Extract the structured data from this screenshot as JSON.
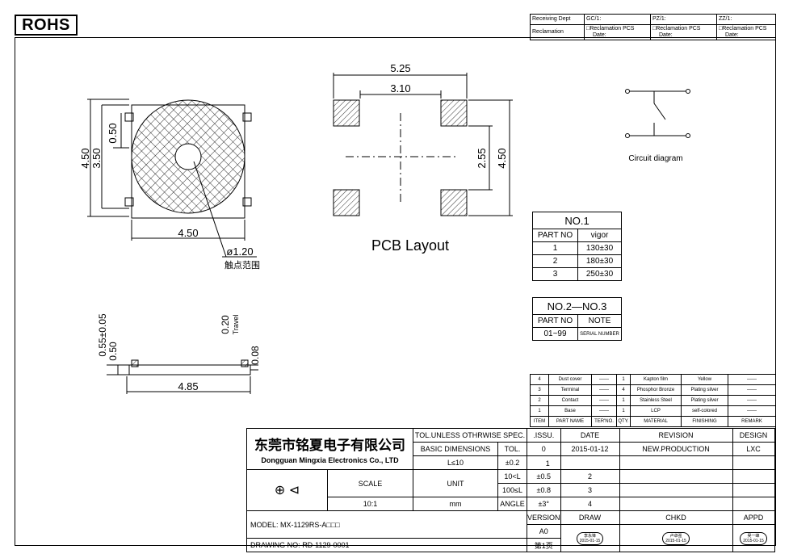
{
  "header": {
    "rohs": "ROHS"
  },
  "receiving": {
    "r1": [
      "Receiving Dept",
      "GC/1:",
      "PZ/1:",
      "ZZ/1:"
    ],
    "r2_label": "Reclamation",
    "r2_cells": [
      "□Reclamation PCS",
      "□Reclamation PCS",
      "□Reclamation PCS"
    ],
    "date_label": "Date:"
  },
  "drawing": {
    "dims_top": [
      "4.50",
      "3.50",
      "0.50",
      "4.50",
      "ø1.20"
    ],
    "contact_area": "触点范围",
    "pcb_dims": [
      "5.25",
      "3.10",
      "2.55",
      "4.50"
    ],
    "pcb_label": "PCB  Layout",
    "circuit_label": "Circuit diagram",
    "side_dims": [
      "0.55±0.05",
      "0.50",
      "0.20",
      "Travel",
      "0.08",
      "4.85"
    ]
  },
  "no1": {
    "title": "NO.1",
    "headers": [
      "PART NO",
      "vigor"
    ],
    "rows": [
      [
        "1",
        "130±30"
      ],
      [
        "2",
        "180±30"
      ],
      [
        "3",
        "250±30"
      ]
    ]
  },
  "no2": {
    "title": "NO.2—NO.3",
    "headers": [
      "PART NO",
      "NOTE"
    ],
    "rows": [
      [
        "01~99",
        "SERIAL NUMBER"
      ]
    ]
  },
  "bom": {
    "rows": [
      [
        "4",
        "Dust cover",
        "——",
        "1",
        "Kapton film",
        "Yellow",
        "——"
      ],
      [
        "3",
        "Terminal",
        "——",
        "4",
        "Phosphor Bronze",
        "Plating silver",
        "——"
      ],
      [
        "2",
        "Contact",
        "——",
        "1",
        "Stainless Steel",
        "Plating silver",
        "——"
      ],
      [
        "1",
        "Base",
        "——",
        "1",
        "LCP",
        "self-colored",
        "——"
      ]
    ],
    "headers": [
      "ITEM",
      "PART NAME",
      "TER'NO.",
      "QTY.",
      "MATERIAL",
      "FINISHING",
      "REMARK"
    ]
  },
  "title_block": {
    "company_cn": "东莞市铭夏电子有限公司",
    "company_en": "Dongguan Mingxia Electronics Co., LTD",
    "tol_header": "TOL.UNLESS OTHRWISE SPEC.",
    "basic_dims": "BASIC DIMENSIONS",
    "tol": "TOL.",
    "tol_rows": [
      [
        "L≤10",
        "±0.2"
      ],
      [
        "10<L",
        "±0.5"
      ],
      [
        "100≤L",
        "±0.8"
      ],
      [
        "ANGLE",
        "±3°"
      ]
    ],
    "issu": ".ISSU.",
    "issu_rows": [
      "0",
      "1",
      "2",
      "3",
      "4"
    ],
    "date_h": "DATE",
    "revision_h": "REVISION",
    "design_h": "DESIGN",
    "rev_date": "2015-01-12",
    "rev_text": "NEW.PRODUCTION",
    "designer": "LXC",
    "scale_h": "SCALE",
    "unit_h": "UNIT",
    "scale": "10:1",
    "unit": "mm",
    "version_h": "VERSION",
    "version": "A0",
    "draw_h": "DRAW",
    "chkd_h": "CHKD",
    "appd_h": "APPD",
    "model_label": "MODEL:",
    "model": "MX-1129RS-A□□□",
    "drawing_no_label": "DRAWING NO:",
    "drawing_no": "RD-1129-0001",
    "page": "第1页",
    "stamps": [
      "李永锋",
      "卢卓强",
      "吴一峰"
    ],
    "stamp_date": "2015-01-15"
  }
}
